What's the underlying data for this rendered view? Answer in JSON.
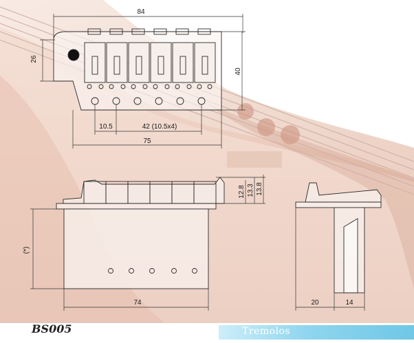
{
  "diagram": {
    "model": "BS005",
    "category": "Tremolos",
    "top_view": {
      "width_label": "84",
      "height_label": "40",
      "plate_depth_label": "26",
      "screw_offset_label": "10.5",
      "string_spacing_label": "42 (10.5x4)",
      "base_width_label": "75"
    },
    "side_view": {
      "height_a_label": "12.8",
      "height_b_label": "13.3",
      "height_c_label": "13.8",
      "block_height_label": "(*)",
      "block_width_label": "74"
    },
    "end_view": {
      "plate_label": "20",
      "block_label": "14"
    }
  }
}
